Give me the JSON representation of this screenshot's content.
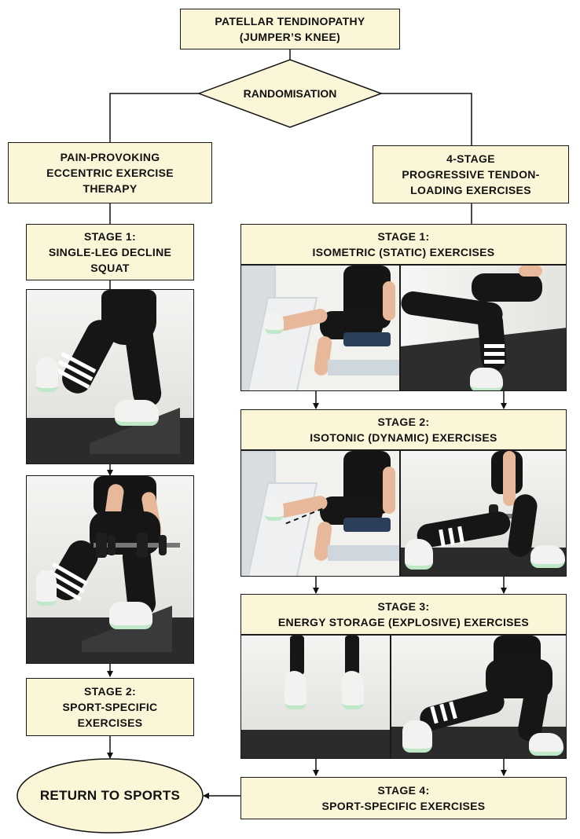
{
  "title": {
    "line1": "PATELLAR TENDINOPATHY",
    "line2": "(JUMPER’S KNEE)"
  },
  "randomisation": "RANDOMISATION",
  "left_arm": {
    "header": {
      "line1": "PAIN-PROVOKING",
      "line2": "ECCENTRIC EXERCISE",
      "line3": "THERAPY"
    },
    "stage1": {
      "line1": "STAGE 1:",
      "line2": "SINGLE-LEG DECLINE",
      "line3": "SQUAT"
    },
    "stage2": {
      "line1": "STAGE 2:",
      "line2": "SPORT-SPECIFIC",
      "line3": "EXERCISES"
    }
  },
  "right_arm": {
    "header": {
      "line1": "4-STAGE",
      "line2": "PROGRESSIVE TENDON-",
      "line3": "LOADING EXERCISES"
    },
    "stage1": {
      "line1": "STAGE 1:",
      "line2": "ISOMETRIC (STATIC) EXERCISES"
    },
    "stage2": {
      "line1": "STAGE 2:",
      "line2": "ISOTONIC (DYNAMIC) EXERCISES"
    },
    "stage3": {
      "line1": "STAGE 3:",
      "line2": "ENERGY STORAGE (EXPLOSIVE) EXERCISES"
    },
    "stage4": {
      "line1": "STAGE 4:",
      "line2": "SPORT-SPECIFIC EXERCISES"
    }
  },
  "outcome": "RETURN TO SPORTS"
}
